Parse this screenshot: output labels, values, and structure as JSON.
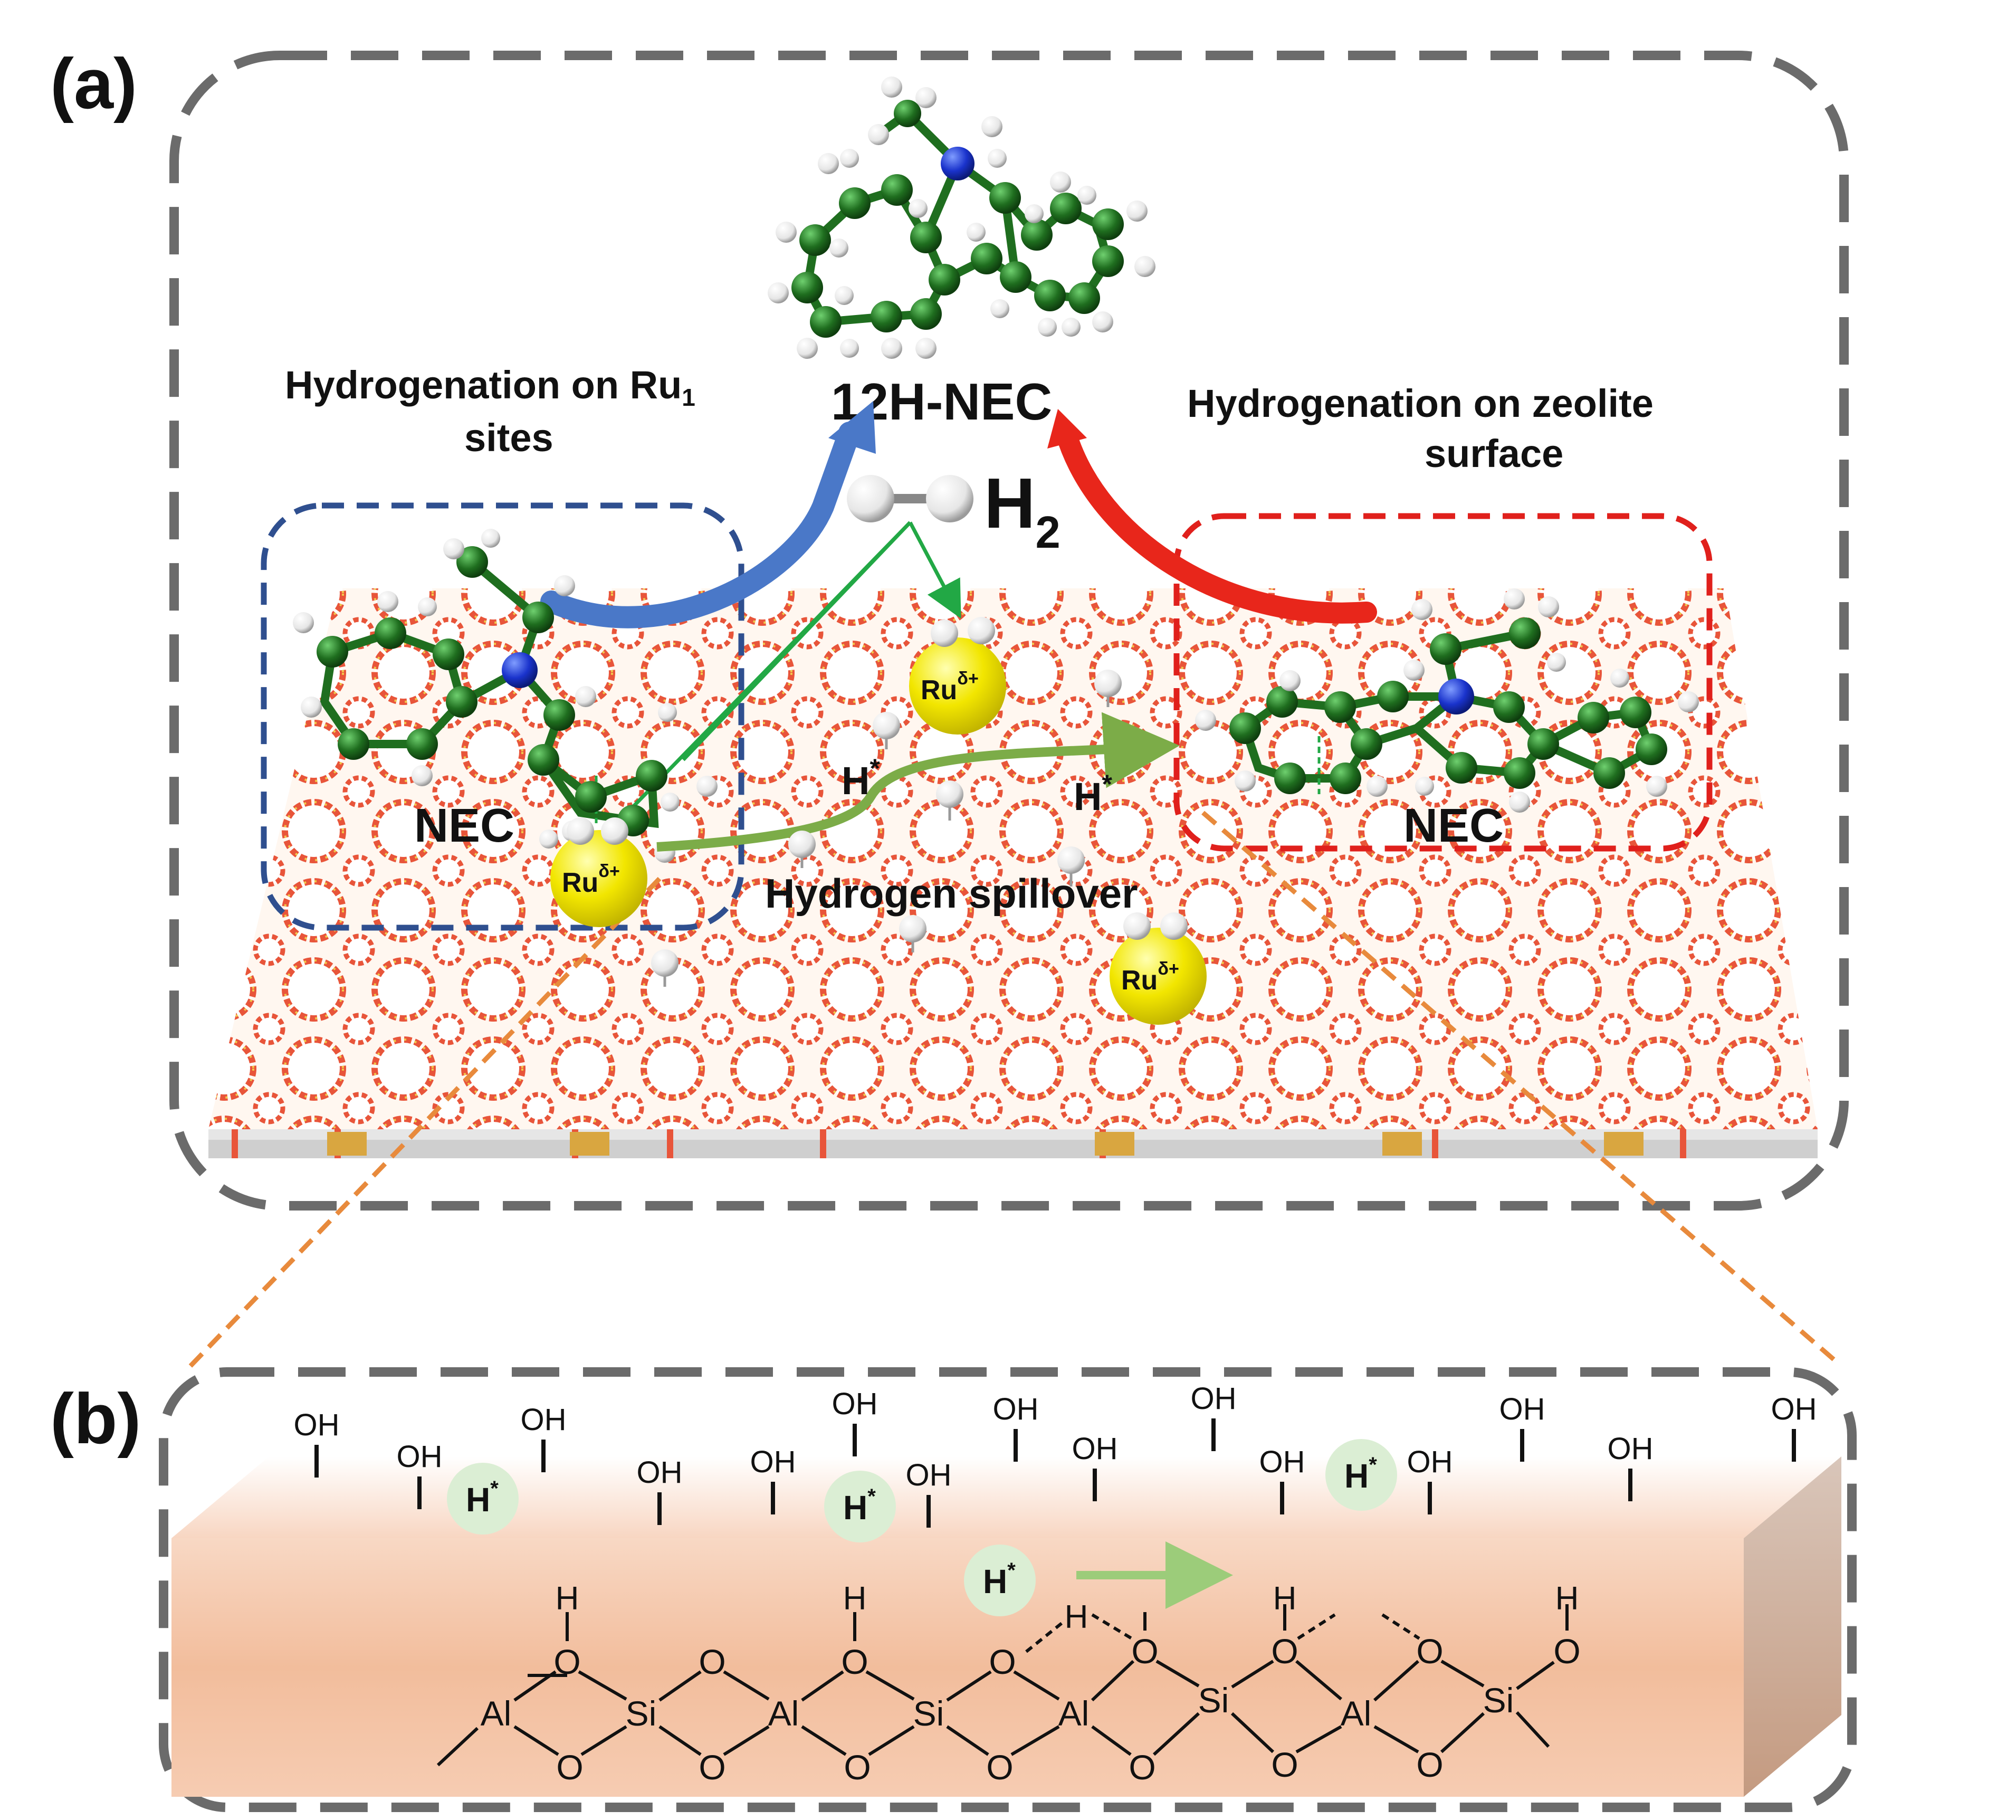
{
  "panel_a": {
    "label": "(a)",
    "product_label": "12H-NEC",
    "h2_label": "H",
    "h2_sub": "2",
    "left_title_1": "Hydrogenation on Ru",
    "left_title_sub": "1",
    "left_title_2": "sites",
    "right_title_1": "Hydrogenation on zeolite",
    "right_title_2": "surface",
    "nec_left": "NEC",
    "nec_right": "NEC",
    "ru_base": "Ru",
    "ru_sup": "δ+",
    "h_base": "H",
    "h_sup": "*",
    "spillover": "Hydrogen spillover"
  },
  "panel_b": {
    "label": "(b)",
    "oh": "OH",
    "h_star_base": "H",
    "h_star_sup": "*",
    "atom_al": "Al",
    "atom_si": "Si",
    "atom_o": "O",
    "atom_h": "H"
  },
  "colors": {
    "dash_gray": "#6b6b6b",
    "blue_box": "#2f4f8f",
    "red_box": "#e0201c",
    "carbon": "#1f6e1f",
    "nitrogen": "#1a33cc",
    "ruthenium": "#f2e600",
    "zeolite_red": "#e8553a",
    "zeolite_yellow": "#f2c94c",
    "blue_arrow": "#4a78c8",
    "red_arrow": "#e8261b",
    "spill_arrow": "#7cac48",
    "orange_dash": "#e88a3c",
    "slab_top": "#fbe6dc",
    "slab_front": "#f0b898"
  }
}
